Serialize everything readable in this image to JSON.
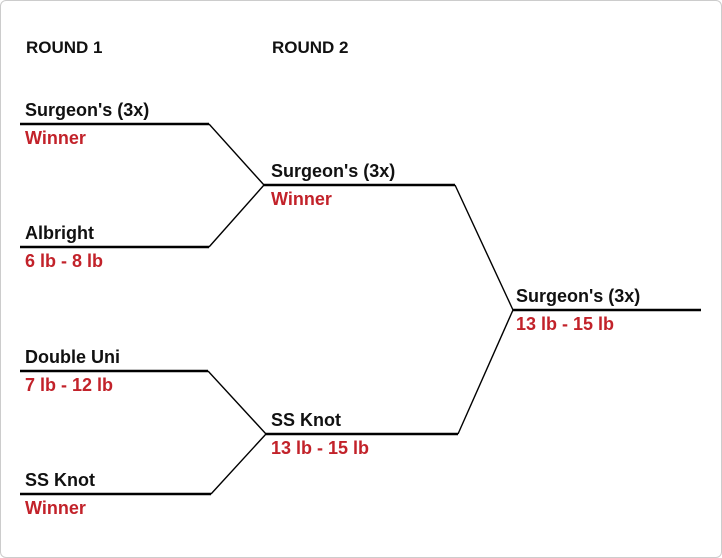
{
  "headers": {
    "round1": "ROUND 1",
    "round2": "ROUND 2"
  },
  "colors": {
    "background": "#ffffff",
    "border": "#cccccc",
    "knot_name": "#111111",
    "result": "#c2222a",
    "line": "#000000"
  },
  "round1": [
    {
      "name": "Surgeon's (3x)",
      "result": "Winner"
    },
    {
      "name": "Albright",
      "result": "6 lb - 8 lb"
    },
    {
      "name": "Double Uni",
      "result": "7 lb - 12 lb"
    },
    {
      "name": "SS Knot",
      "result": "Winner"
    }
  ],
  "round2": [
    {
      "name": "Surgeon's (3x)",
      "result": "Winner"
    },
    {
      "name": "SS Knot",
      "result": "13 lb - 15 lb"
    }
  ],
  "final": {
    "name": "Surgeon's (3x)",
    "result": "13 lb - 15 lb"
  }
}
